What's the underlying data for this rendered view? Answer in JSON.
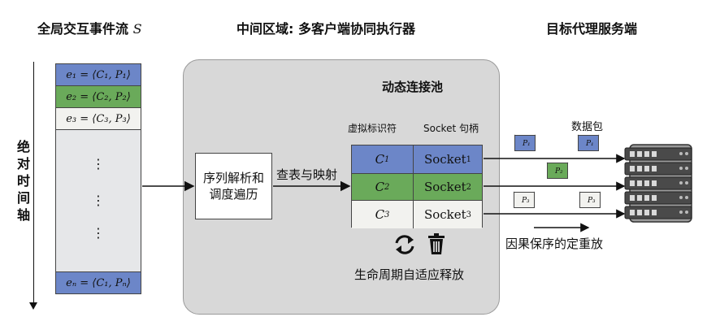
{
  "headers": {
    "left": "全局交互事件流",
    "left_symbol": "S",
    "middle": "中间区域: 多客户端协同执行器",
    "right": "目标代理服务端"
  },
  "axis_label": [
    "绝",
    "对",
    "时",
    "间",
    "轴"
  ],
  "events": [
    {
      "text": "e₁ = ⟨C₁, P₁⟩",
      "color": "#6c86c8"
    },
    {
      "text": "e₂ = ⟨C₂, P₂⟩",
      "color": "#6aaa5a"
    },
    {
      "text": "e₃ = ⟨C₃, P₃⟩",
      "color": "#f2f2ef"
    },
    {
      "text": "eₙ = ⟨C₁, Pₙ⟩",
      "color": "#6c86c8"
    }
  ],
  "ellipsis": "⋮",
  "parser": {
    "line1": "序列解析和",
    "line2": "调度遍历"
  },
  "lookup_label": "查表与映射",
  "pool": {
    "title": "动态连接池",
    "col_id_header": "虚拟标识符",
    "col_socket_header": "Socket 句柄",
    "rows": [
      {
        "id": "C",
        "id_sub": "1",
        "socket": "Socket",
        "socket_sub": "1"
      },
      {
        "id": "C",
        "id_sub": "2",
        "socket": "Socket",
        "socket_sub": "2"
      },
      {
        "id": "C",
        "id_sub": "3",
        "socket": "Socket",
        "socket_sub": "3"
      }
    ]
  },
  "lifecycle_label": "生命周期自适应释放",
  "icons": {
    "refresh": "refresh-icon",
    "trash": "trash-icon",
    "server": "server-icon",
    "envelope": "envelope-icon"
  },
  "packet_label": "数据包",
  "packets": [
    {
      "label": "P₁",
      "color": "#6c86c8"
    },
    {
      "label": "P₁",
      "color": "#6c86c8"
    },
    {
      "label": "P₂",
      "color": "#6aaa5a"
    },
    {
      "label": "P₃",
      "color": "#f2f2ef"
    },
    {
      "label": "P₃",
      "color": "#f2f2ef"
    }
  ],
  "replay_label": "因果保序的定重放",
  "colors": {
    "blue": "#6c86c8",
    "green": "#6aaa5a",
    "white": "#f2f2ef",
    "panel": "#d8d8d8",
    "stream": "#e6e7e9"
  }
}
